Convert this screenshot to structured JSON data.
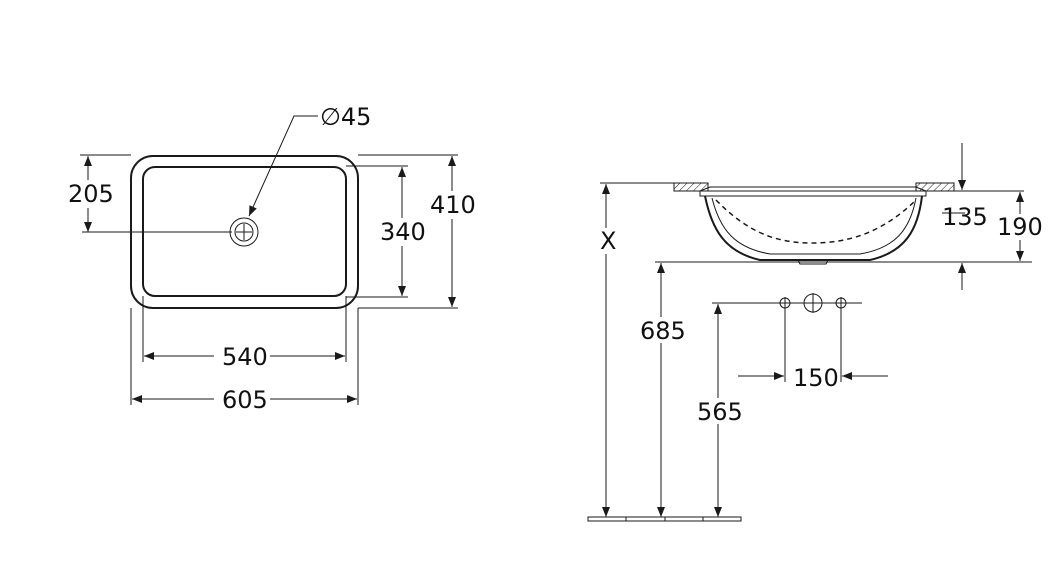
{
  "top_view": {
    "diameter_label": "∅45",
    "dim_drain_offset": "205",
    "dim_inner_depth": "340",
    "dim_outer_depth": "410",
    "dim_inner_width": "540",
    "dim_outer_width": "605"
  },
  "side_view": {
    "dim_x": "X",
    "dim_bowl_depth": "135",
    "dim_total_height": "190",
    "dim_height_685": "685",
    "dim_height_565": "565",
    "dim_tap_spacing": "150"
  }
}
